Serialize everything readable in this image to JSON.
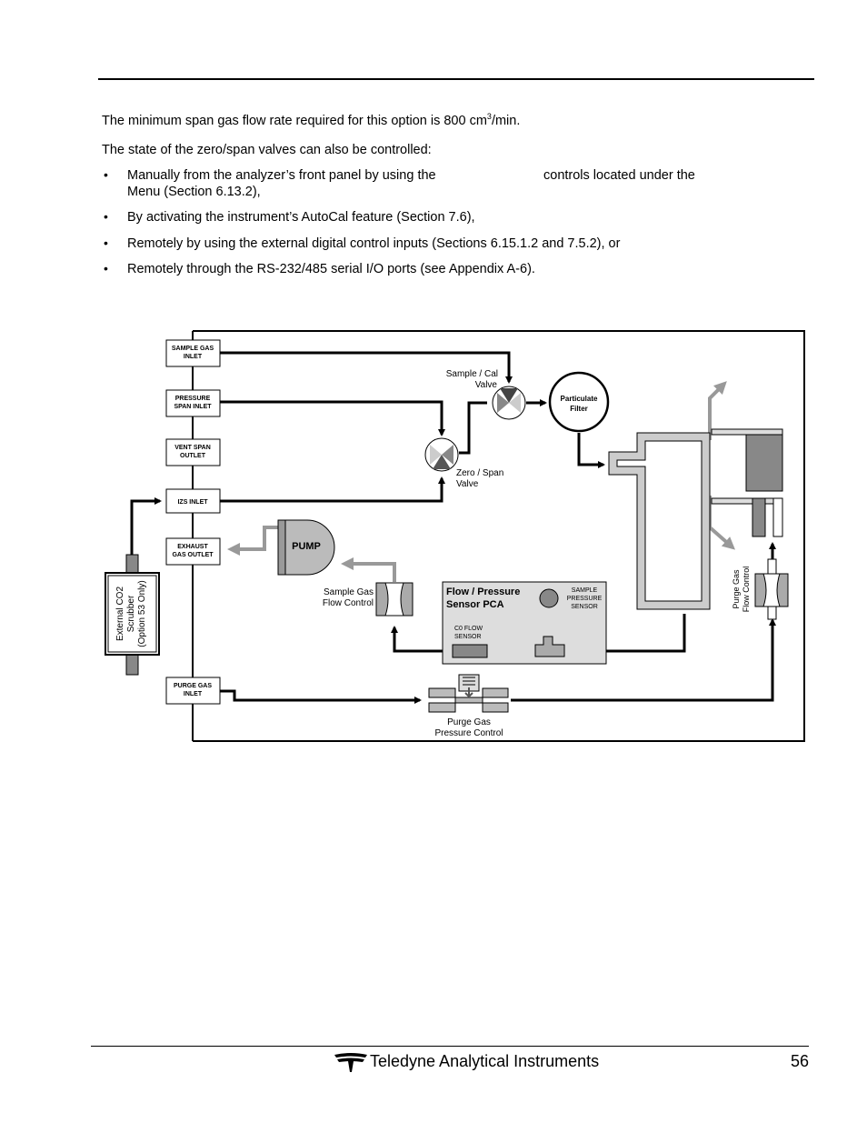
{
  "body": {
    "para1_pre": "The minimum span gas flow rate required for this option is 800 cm",
    "para1_sup": "3",
    "para1_post": "/min.",
    "para2": "The state of the zero/span valves can also be controlled:",
    "bullets": [
      {
        "line1_a": "Manually from the analyzer’s front panel by using the",
        "line1_b": "controls located under the",
        "line2": "Menu (Section 6.13.2),"
      },
      {
        "line1_a": "By activating the instrument’s AutoCal feature (Section 7.6),"
      },
      {
        "line1_a": "Remotely by using the external digital control inputs (Sections 6.15.1.2 and 7.5.2), or"
      },
      {
        "line1_a": "Remotely through the RS-232/485 serial I/O ports (see Appendix A-6)."
      }
    ]
  },
  "diagram": {
    "ports": [
      {
        "line1": "SAMPLE GAS",
        "line2": "INLET"
      },
      {
        "line1": "PRESSURE",
        "line2": "SPAN INLET"
      },
      {
        "line1": "VENT SPAN",
        "line2": "OUTLET"
      },
      {
        "line1": "IZS INLET",
        "line2": ""
      },
      {
        "line1": "EXHAUST",
        "line2": "GAS OUTLET"
      },
      {
        "line1": "PURGE GAS",
        "line2": "INLET"
      }
    ],
    "sample_cal_valve": {
      "line1": "Sample / Cal",
      "line2": "Valve"
    },
    "zero_span_valve": {
      "line1": "Zero / Span",
      "line2": "Valve"
    },
    "particulate_filter": {
      "line1": "Particulate",
      "line2": "Filter"
    },
    "pump": "PUMP",
    "scrubber": {
      "line1": "External CO2",
      "line2": "Scrubber",
      "line3": "(Option 53 Only)"
    },
    "sample_flow_control": {
      "line1": "Sample Gas",
      "line2": "Flow Control"
    },
    "pca": {
      "line1": "Flow / Pressure",
      "line2": "Sensor PCA",
      "pressure_sensor_1": "SAMPLE",
      "pressure_sensor_2": "PRESSURE",
      "pressure_sensor_3": "SENSOR",
      "flow_sensor_1": "C0 FLOW",
      "flow_sensor_2": "SENSOR"
    },
    "purge_pressure_control": {
      "line1": "Purge  Gas",
      "line2": "Pressure Control"
    },
    "purge_flow_control": {
      "line1": "Purge Gas",
      "line2": "Flow Control"
    }
  },
  "footer": {
    "company": "Teledyne Analytical Instruments",
    "page_number": "56",
    "logo_icon": "teledyne-logo-icon"
  }
}
